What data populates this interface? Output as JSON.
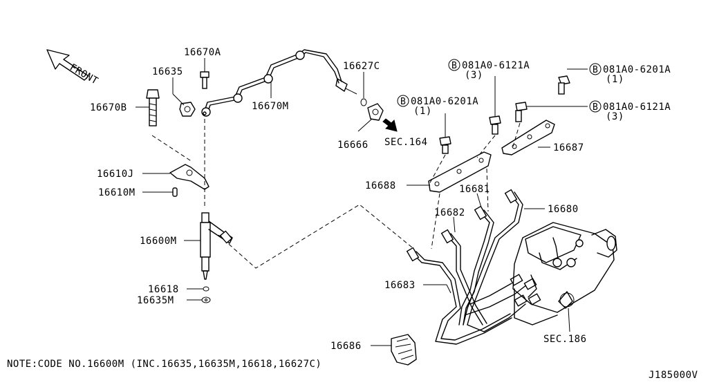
{
  "labels": {
    "front": "FRONT",
    "p16670A": "16670A",
    "p16635": "16635",
    "p16670B": "16670B",
    "p16670M": "16670M",
    "p16627C": "16627C",
    "p16666": "16666",
    "sec164": "SEC.164",
    "bolt_a_code": "081A0-6121A",
    "bolt_a_qty": "(3)",
    "bolt_b_code": "081A0-6201A",
    "bolt_b_qty": "(1)",
    "bolt_c_code": "081A0-6201A",
    "bolt_c_qty": "(1)",
    "bolt_d_code": "081A0-6121A",
    "bolt_d_qty": "(3)",
    "bolt_prefix": "B",
    "p16687": "16687",
    "p16610J": "16610J",
    "p16610M": "16610M",
    "p16688": "16688",
    "p16681": "16681",
    "p16680": "16680",
    "p16682": "16682",
    "p16600M": "16600M",
    "p16683": "16683",
    "p16618": "16618",
    "p16635M": "16635M",
    "sec186": "SEC.186",
    "p16686": "16686"
  },
  "footer": {
    "note": "NOTE:CODE NO.16600M (INC.16635,16635M,16618,16627C)",
    "diagram_id": "J185000V"
  }
}
